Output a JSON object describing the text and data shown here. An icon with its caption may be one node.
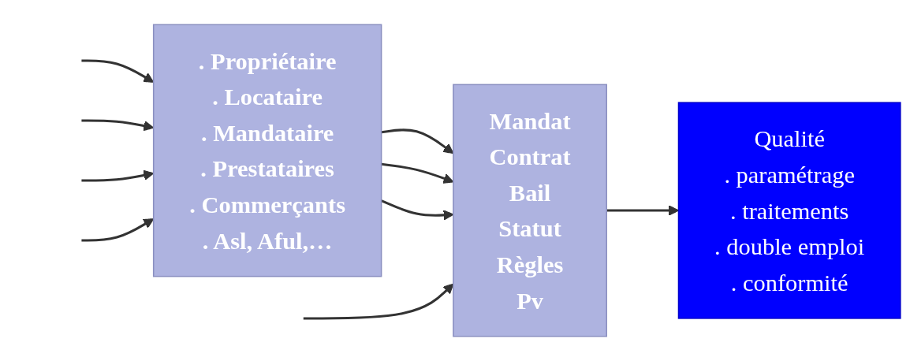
{
  "diagram": {
    "nodes": [
      {
        "text": [
          ". Propriétaire",
          ". Locataire",
          ". Mandataire",
          ". Prestataires",
          ". Commerçants",
          ". Asl, Aful,…"
        ]
      },
      {
        "text": [
          "Mandat",
          "Contrat",
          "Bail",
          "Statut",
          "Règles",
          "Pv"
        ]
      },
      {
        "text": [
          "Qualité",
          ". paramétrage",
          ". traitements",
          ". double emploi",
          ". conformité"
        ]
      }
    ],
    "edges": [
      {
        "from": null,
        "to": 0,
        "arrow": "to"
      },
      {
        "from": null,
        "to": 0,
        "arrow": "to"
      },
      {
        "from": null,
        "to": 0,
        "arrow": "to"
      },
      {
        "from": null,
        "to": 0,
        "arrow": "to"
      },
      {
        "from": 0,
        "to": 1,
        "arrow": "to"
      },
      {
        "from": 0,
        "to": 1,
        "arrow": "to"
      },
      {
        "from": 0,
        "to": 1,
        "arrow": "to"
      },
      {
        "from": null,
        "to": 1,
        "arrow": "to"
      },
      {
        "from": 1,
        "to": 2,
        "arrow": "to"
      }
    ]
  }
}
